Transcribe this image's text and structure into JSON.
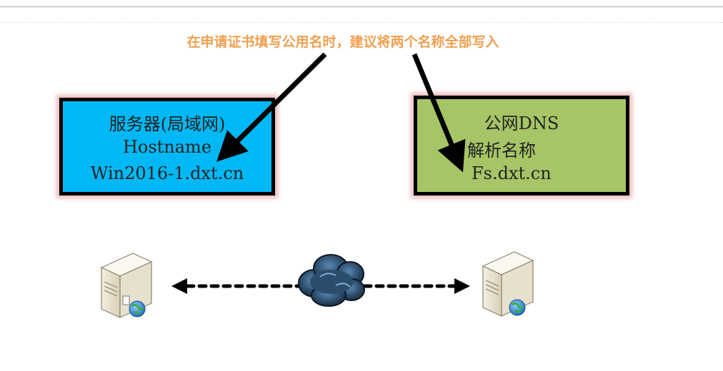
{
  "note": "在申请证书填写公用名时，建议将两个名称全部写入",
  "left_box": {
    "line1": "服务器(局域网)",
    "line2": "Hostname",
    "line3": "Win2016-1.dxt.cn",
    "color": "#00b8f5"
  },
  "right_box": {
    "line1": "公网DNS",
    "line2": "解析名称",
    "line3": "Fs.dxt.cn",
    "color": "#a6c566"
  },
  "icons": [
    "server-icon",
    "cloud-icon",
    "server-icon"
  ]
}
